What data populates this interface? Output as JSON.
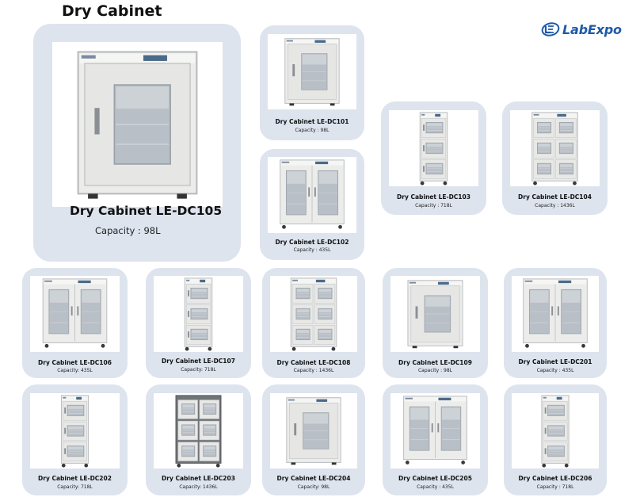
{
  "header": {
    "title": "Dry Cabinet",
    "brand": "LabExpo",
    "brand_color": "#1e5aa8"
  },
  "featured": {
    "name": "Dry Cabinet LE-DC105",
    "capacity": "Capacity : 98L",
    "icon": "single-door-cabinet"
  },
  "products": [
    {
      "name": "Dry Cabinet LE-DC101",
      "capacity": "Capacity :  98L",
      "icon": "single-door-cabinet"
    },
    {
      "name": "Dry Cabinet LE-DC102",
      "capacity": "Capacity :  435L",
      "icon": "double-door-cabinet-wheeled"
    },
    {
      "name": "Dry Cabinet LE-DC103",
      "capacity": "Capacity :  718L",
      "icon": "three-drawer-cabinet"
    },
    {
      "name": "Dry Cabinet LE-DC104",
      "capacity": "Capacity :  1436L",
      "icon": "six-drawer-cabinet"
    },
    {
      "name": "Dry Cabinet LE-DC106",
      "capacity": "Capacity: 435L",
      "icon": "double-door-cabinet-wheeled"
    },
    {
      "name": "Dry Cabinet LE-DC107",
      "capacity": "Capacity: 718L",
      "icon": "three-drawer-cabinet"
    },
    {
      "name": "Dry Cabinet LE-DC108",
      "capacity": "Capacity :  1436L",
      "icon": "six-drawer-cabinet"
    },
    {
      "name": "Dry Cabinet LE-DC109",
      "capacity": "Capacity : 98L",
      "icon": "single-door-cabinet"
    },
    {
      "name": "Dry Cabinet LE-DC201",
      "capacity": "Capacity : 435L",
      "icon": "double-door-cabinet-wheeled"
    },
    {
      "name": "Dry Cabinet LE-DC202",
      "capacity": "Capacity:  718L",
      "icon": "three-drawer-cabinet"
    },
    {
      "name": "Dry Cabinet LE-DC203",
      "capacity": "Capacity: 1436L",
      "icon": "six-drawer-cabinet-dark"
    },
    {
      "name": "Dry Cabinet LE-DC204",
      "capacity": "Capacity: 98L",
      "icon": "single-door-cabinet"
    },
    {
      "name": "Dry Cabinet LE-DC205",
      "capacity": "Capacity :  435L",
      "icon": "double-door-cabinet-wheeled"
    },
    {
      "name": "Dry Cabinet LE-DC206",
      "capacity": "Capacity :  718L",
      "icon": "three-drawer-cabinet"
    }
  ]
}
